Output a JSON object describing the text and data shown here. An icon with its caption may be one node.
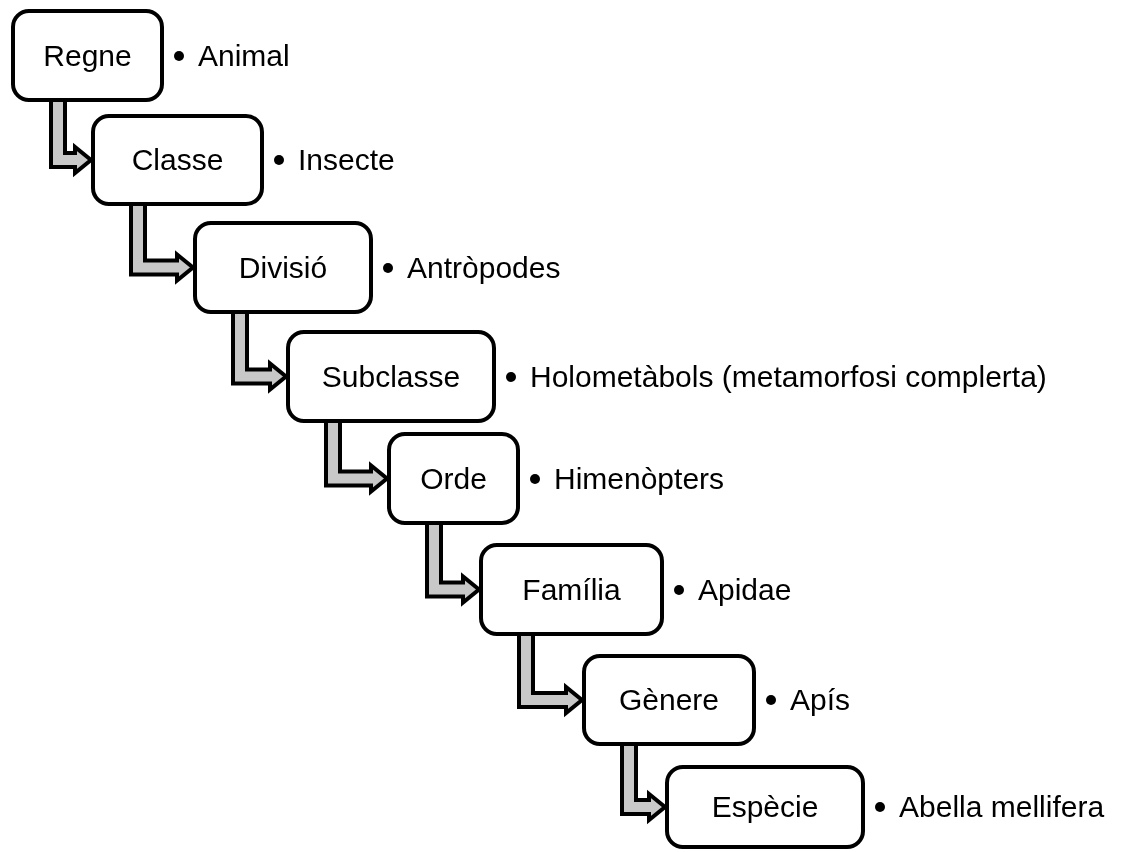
{
  "diagram": {
    "nodes": [
      {
        "text": [
          "Regne"
        ],
        "beside": [
          "Animal"
        ]
      },
      {
        "text": [
          "Classe"
        ],
        "beside": [
          "Insecte"
        ]
      },
      {
        "text": [
          "Divisió"
        ],
        "beside": [
          "Antròpodes"
        ]
      },
      {
        "text": [
          "Subclasse"
        ],
        "beside": [
          "Holometàbols (metamorfosi complerta)"
        ]
      },
      {
        "text": [
          "Orde"
        ],
        "beside": [
          "Himenòpters"
        ]
      },
      {
        "text": [
          "Família"
        ],
        "beside": [
          "Apidae"
        ]
      },
      {
        "text": [
          "Gènere"
        ],
        "beside": [
          "Apís"
        ]
      },
      {
        "text": [
          "Espècie"
        ],
        "beside": [
          "Abella mellifera"
        ]
      }
    ],
    "edges": [
      {
        "from": 0,
        "to": 1,
        "arrow": "to",
        "style": "thick"
      },
      {
        "from": 1,
        "to": 2,
        "arrow": "to",
        "style": "thick"
      },
      {
        "from": 2,
        "to": 3,
        "arrow": "to",
        "style": "thick"
      },
      {
        "from": 3,
        "to": 4,
        "arrow": "to",
        "style": "thick"
      },
      {
        "from": 4,
        "to": 5,
        "arrow": "to",
        "style": "thick"
      },
      {
        "from": 5,
        "to": 6,
        "arrow": "to",
        "style": "thick"
      },
      {
        "from": 6,
        "to": 7,
        "arrow": "to",
        "style": "thick"
      }
    ]
  }
}
